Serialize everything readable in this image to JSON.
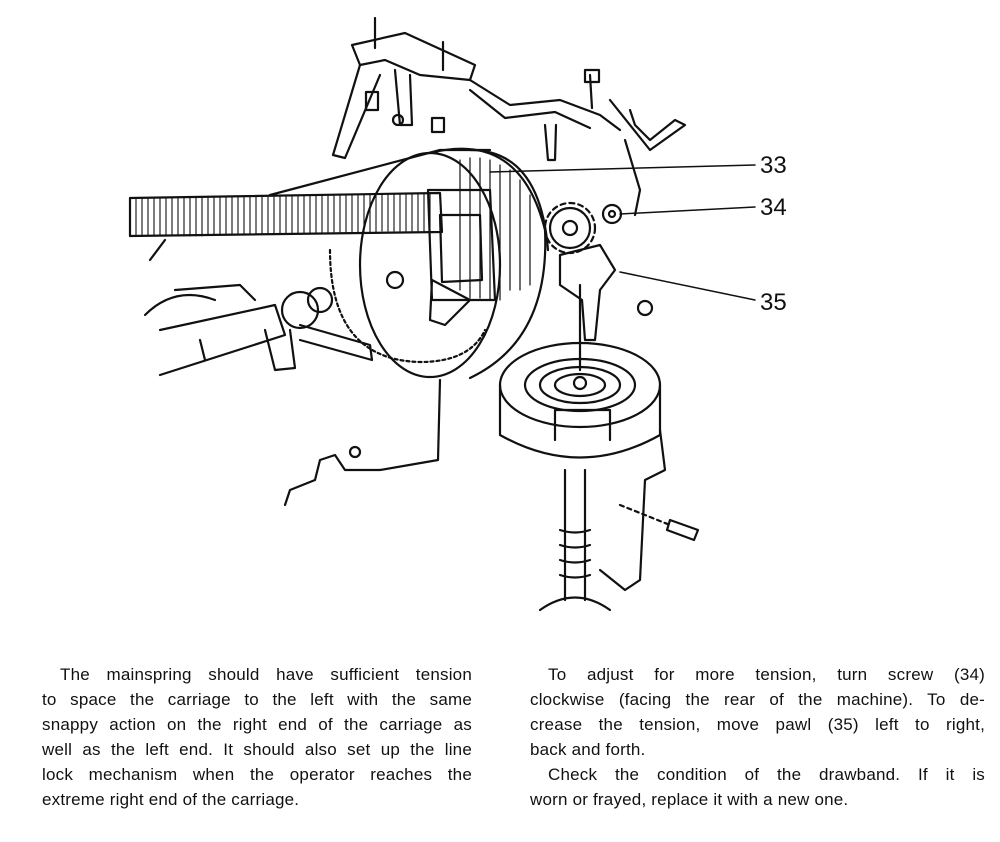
{
  "figure": {
    "callouts": [
      "33",
      "34",
      "35"
    ]
  },
  "text": {
    "left_paragraph": [
      "The mainspring should have sufficient tension",
      "to space the carriage to the left with the same",
      "snappy action on the right end of the carriage as",
      "well as the left end. It should also set up the line",
      "lock mechanism when the operator reaches the",
      "extreme right end of the carriage."
    ],
    "right_paragraph_1": [
      "To adjust for more tension, turn screw (34)",
      "clockwise (facing the rear of the machine). To de-",
      "crease the tension, move pawl (35) left to right,",
      "back and forth."
    ],
    "right_paragraph_2": [
      "Check the condition of the drawband. If it is",
      "worn or frayed, replace it with a new one."
    ]
  }
}
